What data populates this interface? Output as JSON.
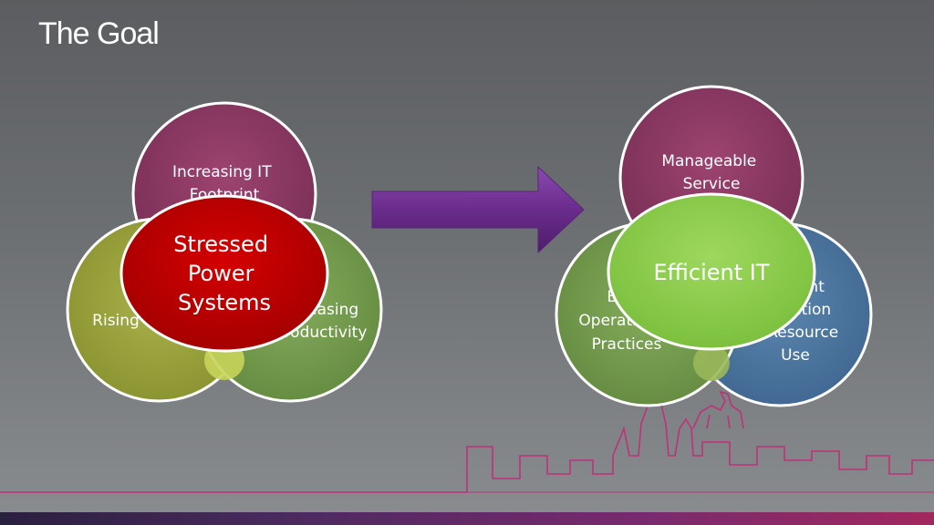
{
  "slide": {
    "title": "The Goal"
  },
  "left_diagram": {
    "top_circle": [
      "Increasing IT",
      "Footprint"
    ],
    "left_circle": [
      "Rising"
    ],
    "right_circle": [
      "Increasing",
      "Productivity"
    ],
    "center_circle": [
      "Stressed",
      "Power",
      "Systems"
    ]
  },
  "right_diagram": {
    "top_circle": [
      "Manageable",
      "Service"
    ],
    "left_circle": [
      "Best",
      "Operational",
      "Practices"
    ],
    "right_circle": [
      "Efficient",
      "Allocation",
      "of Resource",
      "Use"
    ],
    "center_circle": [
      "Efficient IT"
    ]
  },
  "arrow": {
    "direction": "right"
  },
  "colors": {
    "magenta": "#8c3a64",
    "olive": "#9aa33a",
    "green": "#77a04e",
    "red": "#c00000",
    "blue": "#4f79a0",
    "lime": "#92d050",
    "arrow_purple": "#6a2c8c",
    "skyline_pink": "#c0307a"
  },
  "decoration": {
    "skyline": "city-skyline-outline"
  }
}
